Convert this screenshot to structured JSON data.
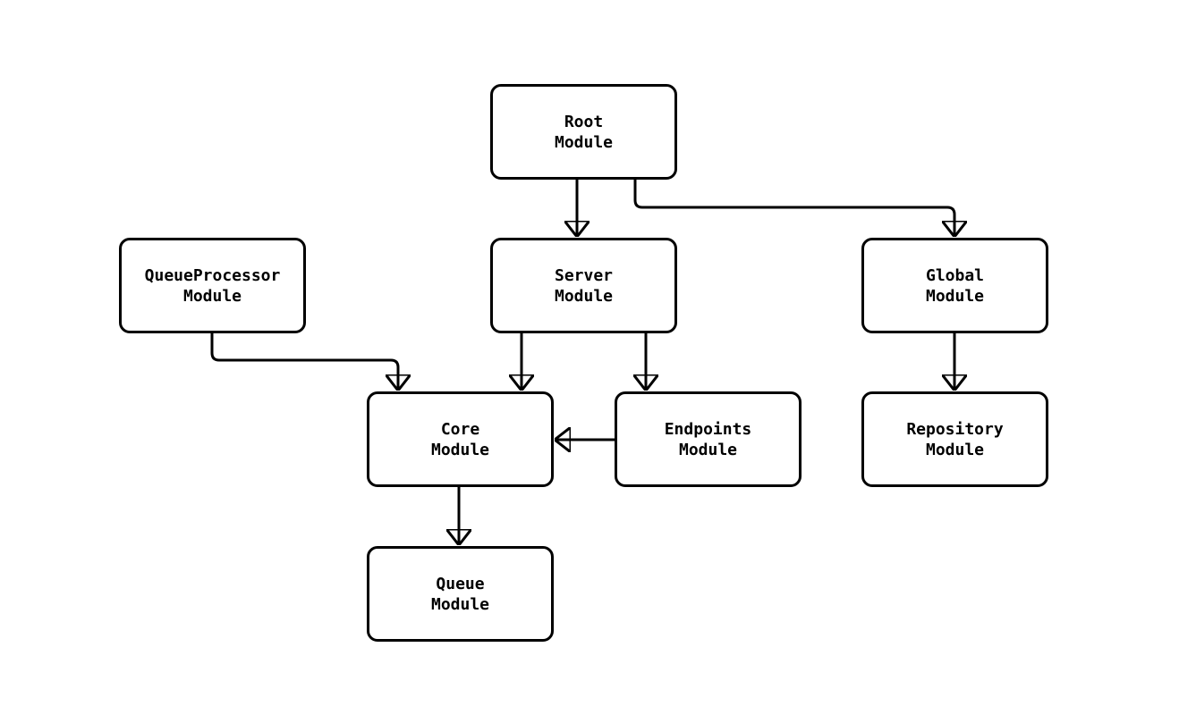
{
  "diagram": {
    "type": "module-dependency-flowchart",
    "background_color": "#ffffff",
    "node_fill_color": "#ffffff",
    "node_border_color": "#000000",
    "edge_color": "#000000",
    "text_color": "#000000",
    "nodes": [
      {
        "id": "root",
        "line1": "Root",
        "line2": "Module"
      },
      {
        "id": "queueprocessor",
        "line1": "QueueProcessor",
        "line2": "Module"
      },
      {
        "id": "server",
        "line1": "Server",
        "line2": "Module"
      },
      {
        "id": "global",
        "line1": "Global",
        "line2": "Module"
      },
      {
        "id": "core",
        "line1": "Core",
        "line2": "Module"
      },
      {
        "id": "endpoints",
        "line1": "Endpoints",
        "line2": "Module"
      },
      {
        "id": "repository",
        "line1": "Repository",
        "line2": "Module"
      },
      {
        "id": "queue",
        "line1": "Queue",
        "line2": "Module"
      }
    ],
    "edges": [
      {
        "from": "root",
        "to": "server"
      },
      {
        "from": "root",
        "to": "global"
      },
      {
        "from": "queueprocessor",
        "to": "core"
      },
      {
        "from": "server",
        "to": "core"
      },
      {
        "from": "server",
        "to": "endpoints"
      },
      {
        "from": "endpoints",
        "to": "core"
      },
      {
        "from": "core",
        "to": "queue"
      },
      {
        "from": "global",
        "to": "repository"
      }
    ]
  }
}
